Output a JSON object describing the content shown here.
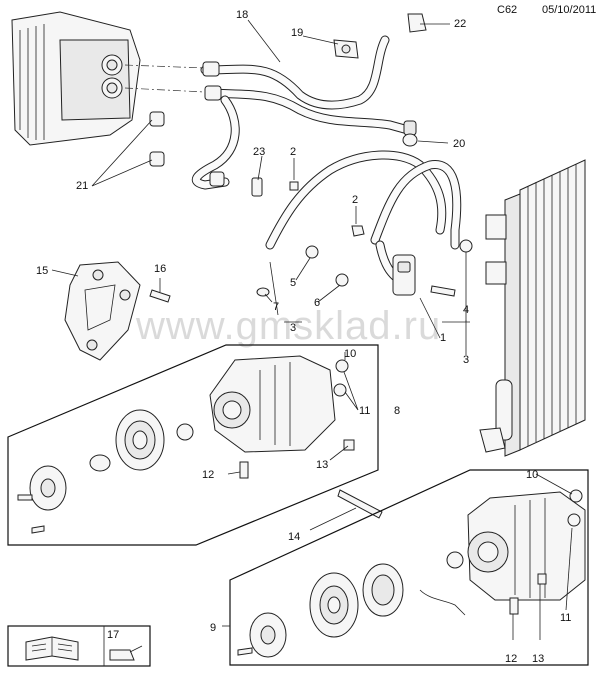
{
  "header": {
    "code": "C62",
    "date": "05/10/2011"
  },
  "watermark": "www.gmsklad.ru",
  "callouts": {
    "c1": "1",
    "c2a": "2",
    "c2b": "2",
    "c3a": "3",
    "c3b": "3",
    "c4": "4",
    "c5": "5",
    "c6": "6",
    "c7": "7",
    "c8": "8",
    "c9": "9",
    "c10a": "10",
    "c10b": "10",
    "c11a": "11",
    "c11b": "11",
    "c12a": "12",
    "c12b": "12",
    "c13a": "13",
    "c13b": "13",
    "c14": "14",
    "c15": "15",
    "c16": "16",
    "c17": "17",
    "c18": "18",
    "c19": "19",
    "c20": "20",
    "c21": "21",
    "c22": "22",
    "c23": "23"
  },
  "legend_box": {
    "label": "17",
    "book_icon": "book-wrench-icon",
    "oil_icon": "oil-can-icon"
  }
}
